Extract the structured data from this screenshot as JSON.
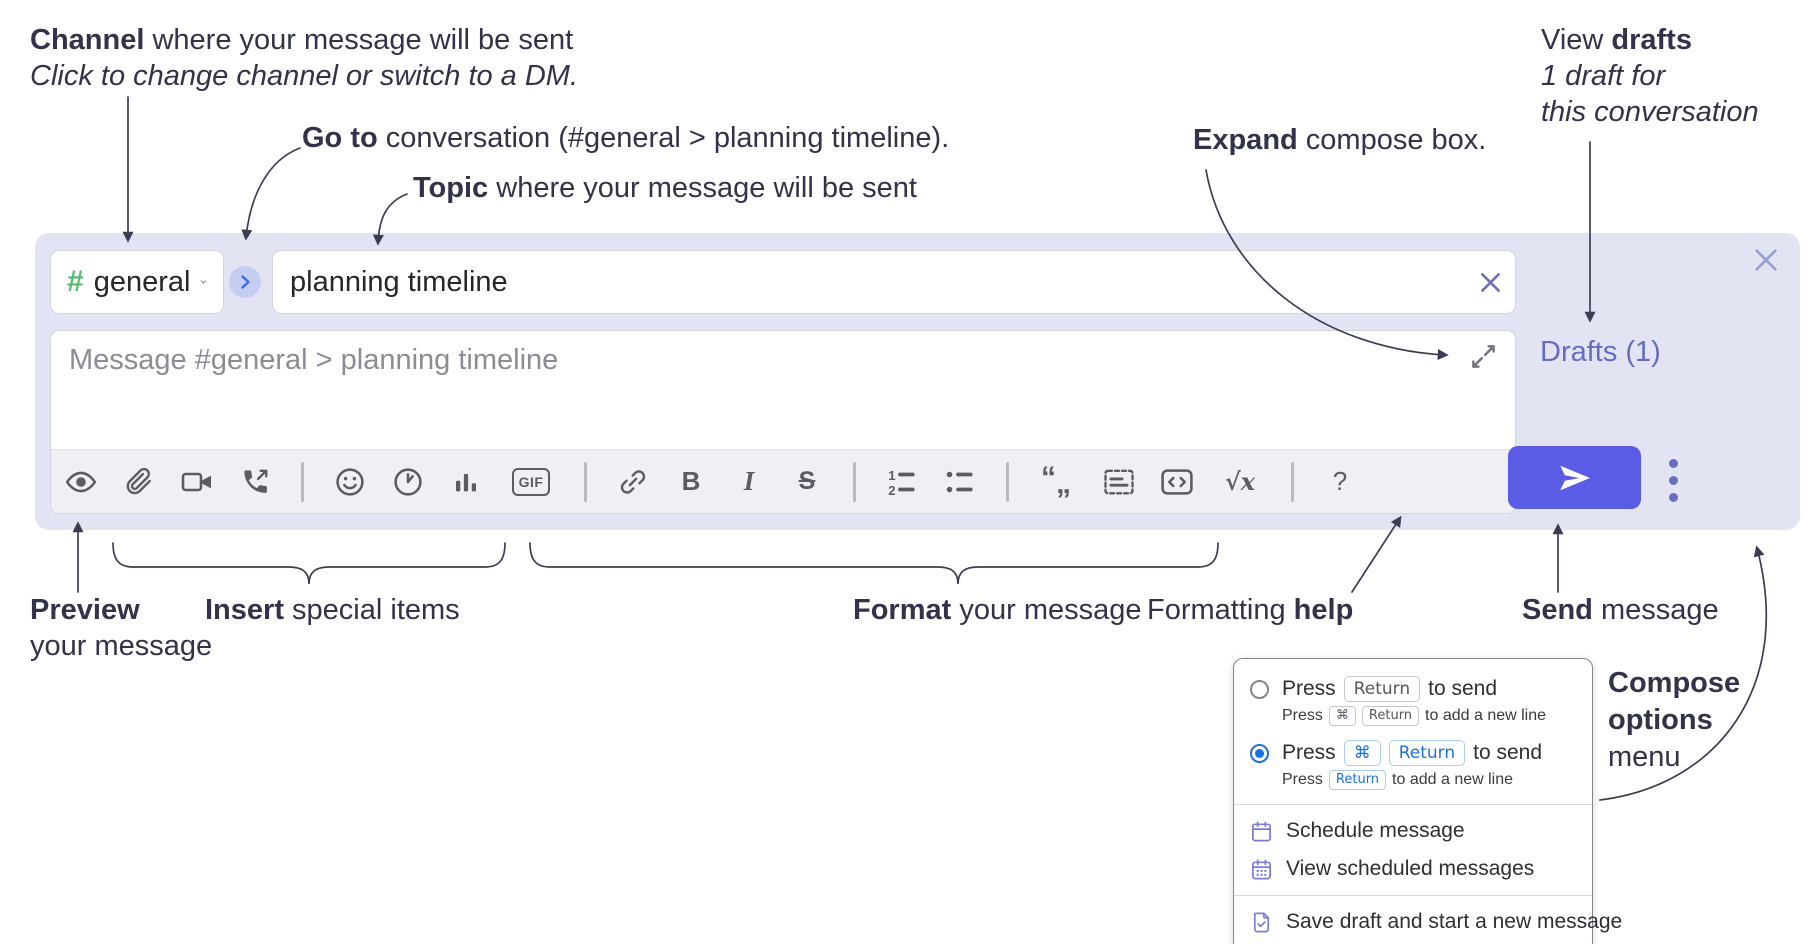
{
  "annotations": {
    "channel": {
      "bold": "Channel",
      "rest": " where your message will be sent",
      "sub": "Click to change channel or switch to a DM."
    },
    "goto": {
      "bold": "Go to",
      "rest": " conversation (#general > planning timeline)."
    },
    "topic": {
      "bold": "Topic",
      "rest": " where your message will be sent"
    },
    "expand": {
      "bold": "Expand",
      "rest": " compose box."
    },
    "view_drafts": {
      "pre": "View ",
      "bold": "drafts",
      "line2": "1 draft for",
      "line3": "this conversation"
    },
    "preview": {
      "bold": "Preview",
      "rest": "your message"
    },
    "insert": {
      "bold": "Insert",
      "rest": " special items"
    },
    "format": {
      "bold": "Format",
      "rest": " your message"
    },
    "formatting_help": {
      "pre": "Formatting ",
      "bold": "help"
    },
    "send": {
      "bold": "Send",
      "rest": " message"
    },
    "compose_options": {
      "line1": "Compose",
      "line2": "options",
      "line3": "menu"
    }
  },
  "compose": {
    "hash_glyph": "#",
    "channel_name": "general",
    "topic_value": "planning timeline",
    "message_placeholder": "Message #general > planning timeline",
    "drafts_link": "Drafts (1)"
  },
  "toolbar": {
    "bold_glyph": "B",
    "italic_glyph": "I",
    "strike_glyph": "S",
    "gif_label": "GIF",
    "math_glyph": "√x",
    "help_glyph": "?",
    "ol_num1": "1",
    "ol_num2": "2",
    "quote_open": "“",
    "quote_close": "„"
  },
  "popup": {
    "options": [
      {
        "main_pre": "Press",
        "main_kbd1": "Return",
        "main_post": "to send",
        "sub_pre": "Press",
        "sub_kbd1": "⌘",
        "sub_kbd2": "Return",
        "sub_post": "to add a new line"
      },
      {
        "main_pre": "Press",
        "main_kbd1": "⌘",
        "main_kbd2": "Return",
        "main_post": "to send",
        "sub_pre": "Press",
        "sub_kbd1": "Return",
        "sub_post": "to add a new line"
      }
    ],
    "menu_items": [
      "Schedule message",
      "View scheduled messages",
      "Save draft and start a new message"
    ]
  },
  "colors": {
    "compose_bg": "#e2e4f3",
    "send_button": "#5b5ce6",
    "accent_blue": "#1b72dd",
    "link_purple": "#676cc0",
    "hash_green": "#54bb6e",
    "annotation_ink": "#32334a"
  }
}
